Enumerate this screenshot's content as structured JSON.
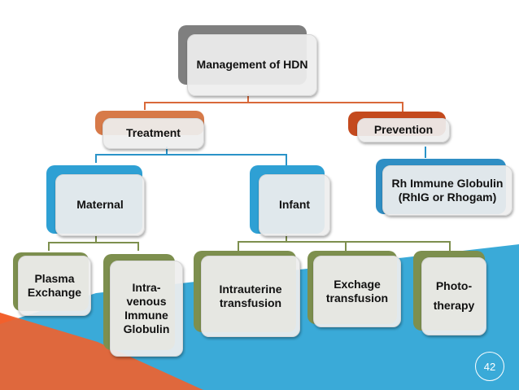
{
  "colors": {
    "root_back": "#7f7f7f",
    "treatment_back": "#d77a49",
    "prevention_back": "#c44a1e",
    "maternal_infant_back": "#2ea0d4",
    "rh_back": "#2f8ec4",
    "leaf_back": "#7d8f4e",
    "connector_root": "#d9693a",
    "connector_treatment": "#2a93c8",
    "connector_leaf": "#7d8f4e",
    "bg_orange": "#f2602c",
    "bg_blue": "#3aaad8"
  },
  "nodes": {
    "root": "Management of HDN",
    "treatment": "Treatment",
    "prevention": "Prevention",
    "maternal": "Maternal",
    "infant": "Infant",
    "rh_globulin": "Rh Immune Globulin (RhIG or Rhogam)",
    "plasma_exchange": "Plasma Exchange",
    "ivig": "Intra-\nvenous Immune Globulin",
    "intrauterine": "Intrauterine transfusion",
    "exchange": "Exchage transfusion",
    "phototherapy": "Photo-\ntherapy"
  },
  "slide_number": "42"
}
